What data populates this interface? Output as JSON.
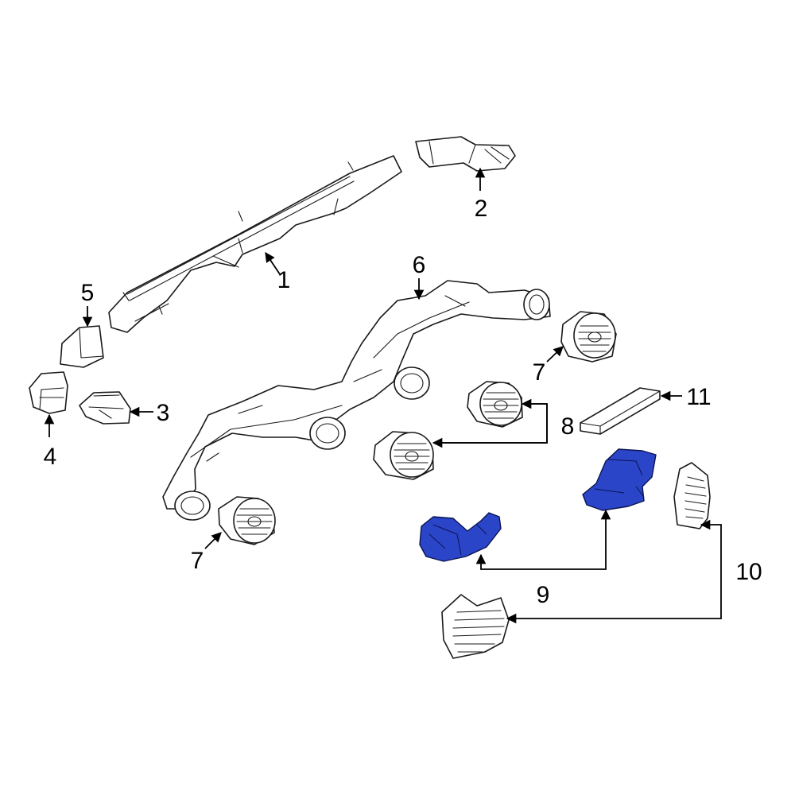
{
  "colors": {
    "line": "#1a1a1a",
    "highlight": "#2b45c8",
    "background": "#ffffff"
  },
  "callouts": {
    "c1": "1",
    "c2": "2",
    "c3": "3",
    "c4": "4",
    "c5": "5",
    "c6": "6",
    "c7a": "7",
    "c7b": "7",
    "c8": "8",
    "c9": "9",
    "c10": "10",
    "c11": "11"
  },
  "highlighted_part": "9"
}
